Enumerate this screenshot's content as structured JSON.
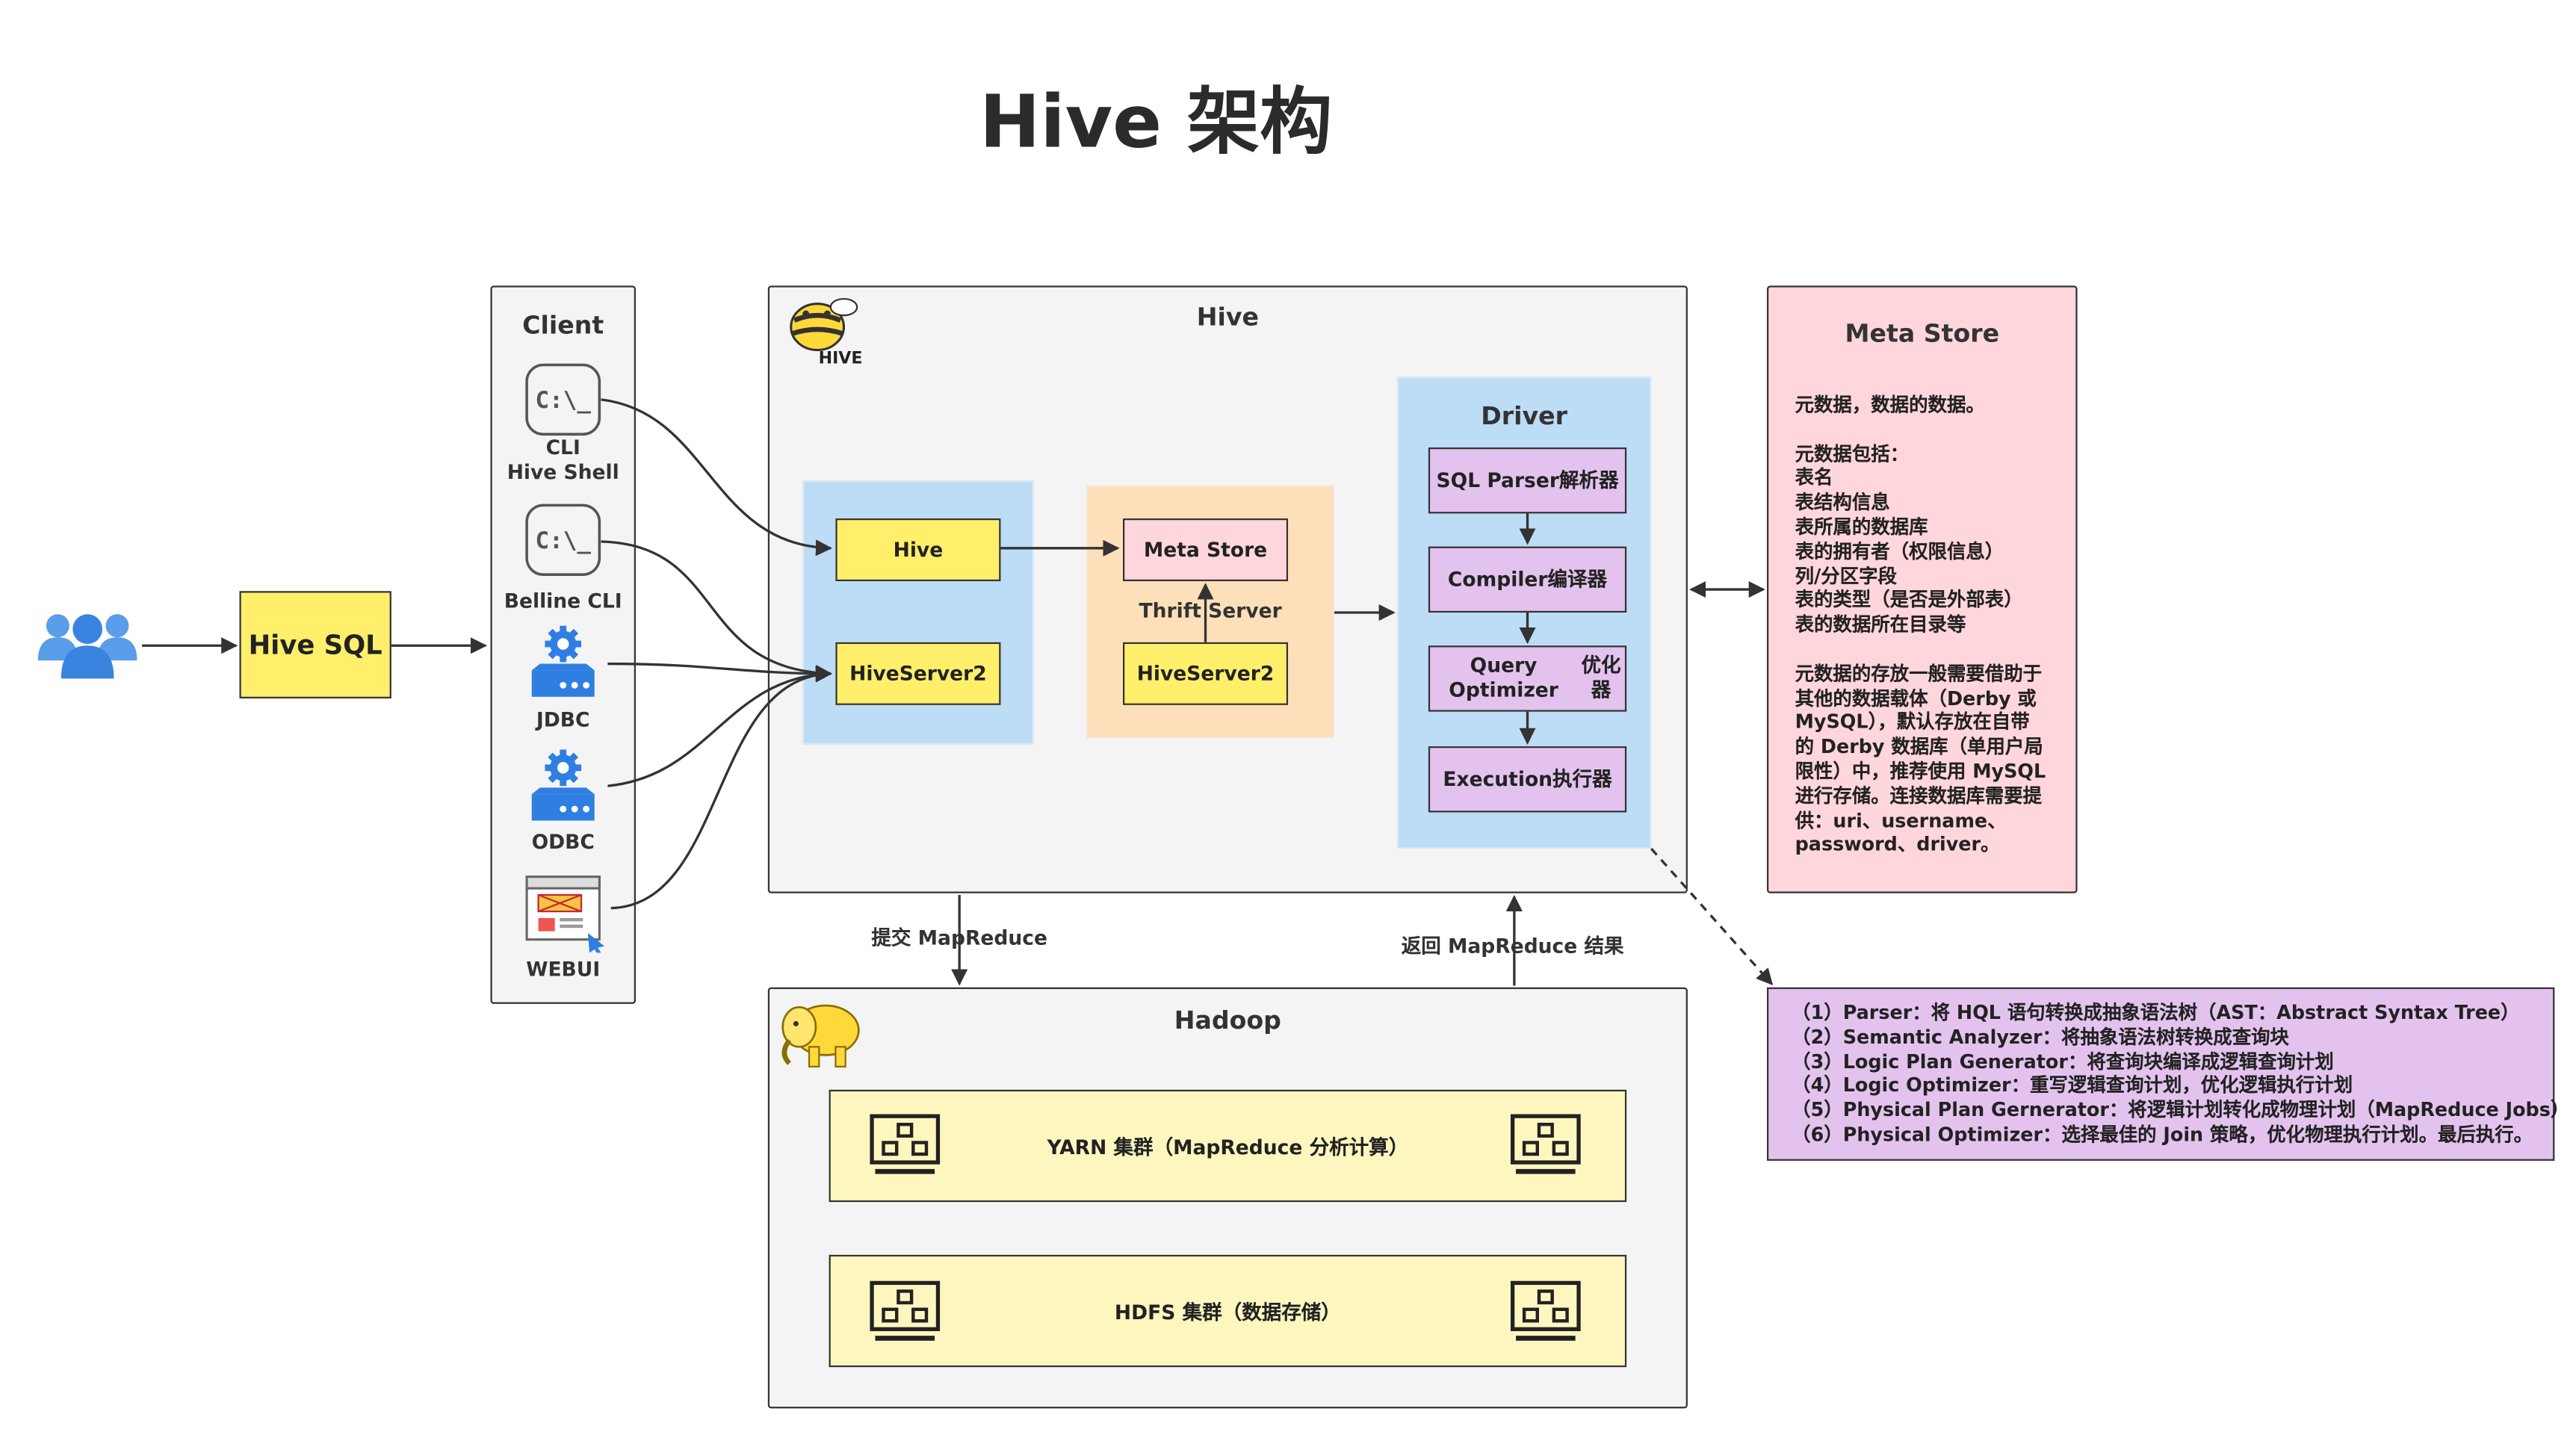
{
  "title": "Hive 架构",
  "user_icon": "users-icon",
  "hive_sql": "Hive SQL",
  "client": {
    "title": "Client",
    "items": [
      {
        "icon": "terminal-icon",
        "label_lines": [
          "CLI",
          "Hive Shell"
        ]
      },
      {
        "icon": "terminal-icon",
        "label_lines": [
          "Belline CLI"
        ]
      },
      {
        "icon": "database-gear-icon",
        "label_lines": [
          "JDBC"
        ]
      },
      {
        "icon": "database-gear-icon",
        "label_lines": [
          "ODBC"
        ]
      },
      {
        "icon": "web-browser-icon",
        "label_lines": [
          "WEBUI"
        ]
      }
    ]
  },
  "hive": {
    "title": "Hive",
    "logo": "hive-bee-logo",
    "left_group": {
      "hive": "Hive",
      "hiveserver2": "HiveServer2"
    },
    "middle_group": {
      "metastore": "Meta Store",
      "thrift": "Thrift  Server",
      "hiveserver2": "HiveServer2"
    },
    "driver": {
      "title": "Driver",
      "steps": [
        {
          "en": "SQL Parser",
          "zh": "解析器"
        },
        {
          "en": "Compiler",
          "zh": "编译器"
        },
        {
          "en": "Query Optimizer",
          "zh": "优化器"
        },
        {
          "en": "Execution",
          "zh": "执行器"
        }
      ]
    }
  },
  "metastore_panel": {
    "title": "Meta Store",
    "lines": [
      "元数据，数据的数据。",
      "",
      "元数据包括：",
      "表名",
      "表结构信息",
      "表所属的数据库",
      "表的拥有者（权限信息）",
      "列/分区字段",
      "表的类型（是否是外部表）",
      "表的数据所在目录等",
      "",
      "元数据的存放一般需要借助于",
      "其他的数据载体（Derby 或",
      "MySQL），默认存放在自带",
      "的 Derby 数据库（单用户局",
      "限性）中，推荐使用 MySQL",
      "进行存储。连接数据库需要提",
      "供：uri、username、",
      "password、driver。"
    ]
  },
  "arrows": {
    "submit": "提交 MapReduce",
    "return": "返回 MapReduce 结果"
  },
  "hadoop": {
    "title": "Hadoop",
    "logo": "hadoop-elephant-logo",
    "yarn": "YARN 集群（MapReduce 分析计算）",
    "hdfs": "HDFS 集群（数据存储）",
    "node_icon": "server-node-icon"
  },
  "driver_notes": [
    "（1）Parser：将 HQL 语句转换成抽象语法树（AST：Abstract Syntax Tree）",
    "（2）Semantic Analyzer：将抽象语法树转换成查询块",
    "（3）Logic Plan Generator：将查询块编译成逻辑查询计划",
    "（4）Logic Optimizer：重写逻辑查询计划，优化逻辑执行计划",
    "（5）Physical Plan Gernerator：将逻辑计划转化成物理计划（MapReduce Jobs）",
    "（6）Physical Optimizer：选择最佳的 Join 策略，优化物理执行计划。最后执行。"
  ],
  "colors": {
    "yellow": "#ffef6b",
    "light_yellow": "#fdf7bf",
    "pink": "#ffd6db",
    "purple": "#e3c3ee",
    "light_blue": "#bddcf6",
    "light_orange": "#fde0b9",
    "panel_grey": "#f4f4f4",
    "icon_blue": "#2f7fe3"
  }
}
